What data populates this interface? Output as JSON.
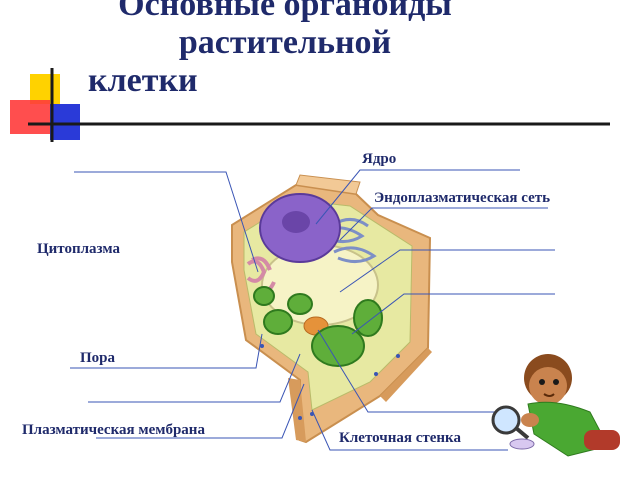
{
  "title": {
    "line1": "Основные органоиды",
    "line2": "растительной",
    "line3": "клетки"
  },
  "labels": {
    "nucleus": "Ядро",
    "er": "Эндоплазматическая сеть",
    "cytoplasm": "Цитоплазма",
    "pore": "Пора",
    "membrane": "Плазматическая мембрана",
    "wall": "Клеточная стенка"
  },
  "colors": {
    "title": "#1f2a6b",
    "leader": "#3a55b5",
    "wall": "#e6b47a",
    "nucleus": "#8a63c9",
    "vacuole": "#f3f0b8",
    "chloroplast": "#5fae3a"
  },
  "icons": {
    "corner": "colored-squares-icon",
    "child": "child-with-magnifier-icon"
  }
}
